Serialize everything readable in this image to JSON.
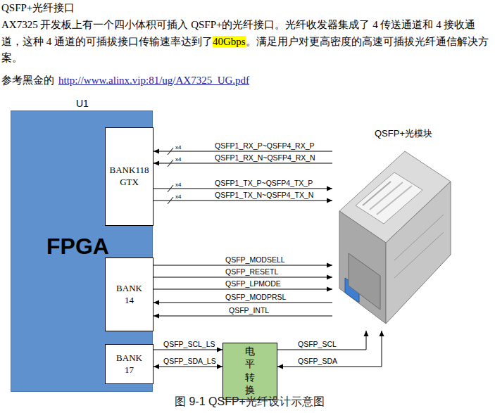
{
  "diagram": {
    "title": "QSFP+光纤接口",
    "caption": "图 9-1 QSFP+光纤设计示意图",
    "nodes": [
      {
        "text": [
          "U1",
          "FPGA"
        ]
      },
      {
        "text": [
          "BANK118 GTX"
        ],
        "in": 0
      },
      {
        "text": [
          "QSFP+光模块"
        ]
      },
      {
        "text": [
          "BANK 14"
        ],
        "in": 0
      },
      {
        "text": [
          "BANK 17"
        ],
        "in": 0
      },
      {
        "text": [
          "电平转换"
        ]
      }
    ],
    "edges": [
      {
        "from": 2,
        "to": 1,
        "arrow": "to",
        "label": "QSFP1_RX_P~QSFP4_RX_P"
      },
      {
        "from": 2,
        "to": 1,
        "arrow": "to",
        "label": "QSFP1_RX_N~QSFP4_RX_N"
      },
      {
        "from": 1,
        "to": 2,
        "arrow": "to",
        "label": "QSFP1_TX_P~QSFP4_TX_P"
      },
      {
        "from": 1,
        "to": 2,
        "arrow": "to",
        "label": "QSFP1_TX_N~QSFP4_TX_N"
      },
      {
        "from": 3,
        "to": 2,
        "arrow": "to",
        "label": "QSFP_MODSELL"
      },
      {
        "from": 3,
        "to": 2,
        "arrow": "to",
        "label": "QSFP_RESETL"
      },
      {
        "from": 3,
        "to": 2,
        "arrow": "to",
        "label": "QSFP_LPMODE"
      },
      {
        "from": 2,
        "to": 3,
        "arrow": "to",
        "label": "QSFP_MODPRSL"
      },
      {
        "from": 2,
        "to": 3,
        "arrow": "to",
        "label": "QSFP_INTL"
      },
      {
        "from": 4,
        "to": 5,
        "arrow": "to",
        "label": "QSFP_SCL_LS"
      },
      {
        "from": 4,
        "to": 5,
        "arrow": "both",
        "label": "QSFP_SDA_LS"
      },
      {
        "from": 5,
        "to": 2,
        "arrow": "to",
        "label": "QSFP_SCL"
      },
      {
        "from": 5,
        "to": 2,
        "arrow": "both",
        "label": "QSFP_SDA"
      }
    ],
    "labels": [
      "AX7325 开发板上有一个四小体积可插入 QSFP+的光纤接口。光纤收发器集成了 4 传送通道和 4 接收通道，这种 4 通道的可插拔接口传输速率达到了",
      "40Gbps",
      "。满足用户对更高密度的高速可插拔光纤通信解决方案。",
      "参考黑金的",
      "http://www.alinx.vip:81/ug/AX7325_UG.pdf",
      "x4",
      "x4",
      "x4",
      "x4"
    ]
  }
}
